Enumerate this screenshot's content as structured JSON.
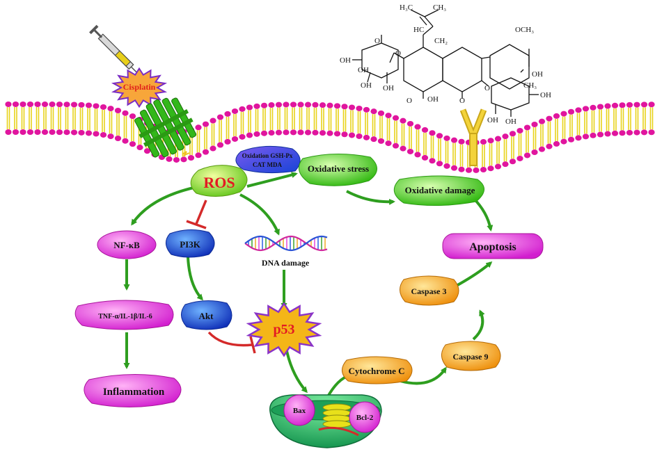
{
  "colors": {
    "arrow": "#2e9e1f",
    "inhibit": "#d42a2a",
    "membrane_head": "#e0159e",
    "membrane_tail": "#e8d21a",
    "magenta_node": "#e23ad9",
    "blue_node": "#1c55e0",
    "green_node": "#45cf1c",
    "orange_node": "#f0a318",
    "mito": "#27b86a",
    "p53_star": "#f4b618",
    "cisplatin_star": "#f7a63a"
  },
  "icons": [
    "syringe-icon",
    "receptor-channel-icon",
    "y-receptor-icon",
    "dna-helix-icon",
    "mitochondrion-icon",
    "molecule-structure-icon"
  ],
  "nodes": {
    "cisplatin": "Cisplatin",
    "ros": "ROS",
    "antioxidants_line1": "Oxidation GSH-Px",
    "antioxidants_line2": "CAT MDA",
    "oxidative_stress": "Oxidative stress",
    "oxidative_damage": "Oxidative damage",
    "apoptosis": "Apoptosis",
    "nfkb": "NF-κB",
    "tnf": "TNF-α/IL-1β/IL-6",
    "inflammation": "Inflammation",
    "pi3k": "PI3K",
    "akt": "Akt",
    "dna_damage": "DNA damage",
    "p53": "p53",
    "cytochrome_c": "Cytochrome C",
    "caspase9": "Caspase 9",
    "caspase3": "Caspase 3",
    "bax": "Bax",
    "bcl2": "Bcl-2"
  },
  "molecule": {
    "h3c": "H₃C",
    "ch3": "CH₃",
    "hc": "HC",
    "ch2": "CH₂",
    "och3": "OCH₃",
    "o": "O",
    "oh": "OH",
    "ch3b": "CH₃"
  }
}
